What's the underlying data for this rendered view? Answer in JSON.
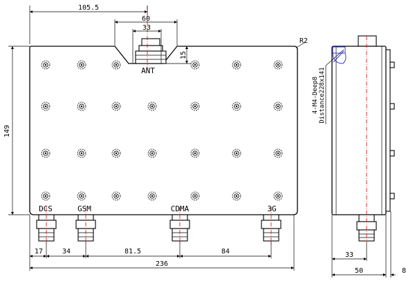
{
  "dimensions": {
    "top_offset": "105.5",
    "ant_width_outer": "60",
    "ant_width_inner": "33",
    "ant_depth": "15",
    "height": "149",
    "corner_radius": "R2",
    "bottom_spacings": [
      "17",
      "34",
      "81.5",
      "84"
    ],
    "total_width": "236",
    "side_offset": "33",
    "side_depth": "50",
    "side_flange": "8"
  },
  "ports": {
    "ant": "ANT",
    "dcs": "DCS",
    "gsm": "GSM",
    "cdma": "CDMA",
    "g3": "3G"
  },
  "note_lines": [
    "4-M4-Deep8",
    "Distance228x141"
  ]
}
